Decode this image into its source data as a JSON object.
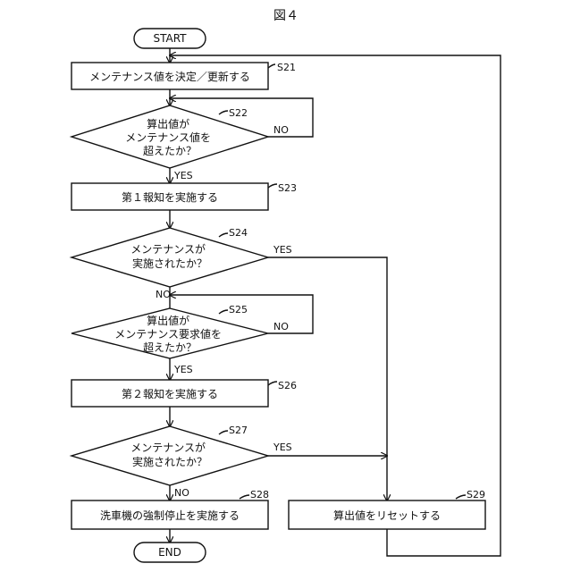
{
  "figure_title": "図４",
  "terminals": {
    "start": "START",
    "end": "END"
  },
  "steps": {
    "s21": {
      "id": "S21",
      "text": "メンテナンス値を決定／更新する"
    },
    "s22": {
      "id": "S22",
      "lines": [
        "算出値が",
        "メンテナンス値を",
        "超えたか？"
      ],
      "yes": "YES",
      "no": "NO"
    },
    "s23": {
      "id": "S23",
      "text": "第１報知を実施する"
    },
    "s24": {
      "id": "S24",
      "lines": [
        "メンテナンスが",
        "実施されたか？"
      ],
      "yes": "YES",
      "no": "NO"
    },
    "s25": {
      "id": "S25",
      "lines": [
        "算出値が",
        "メンテナンス要求値を",
        "超えたか？"
      ],
      "yes": "YES",
      "no": "NO"
    },
    "s26": {
      "id": "S26",
      "text": "第２報知を実施する"
    },
    "s27": {
      "id": "S27",
      "lines": [
        "メンテナンスが",
        "実施されたか？"
      ],
      "yes": "YES",
      "no": "NO"
    },
    "s28": {
      "id": "S28",
      "text": "洗車機の強制停止を実施する"
    },
    "s29": {
      "id": "S29",
      "text": "算出値をリセットする"
    }
  }
}
